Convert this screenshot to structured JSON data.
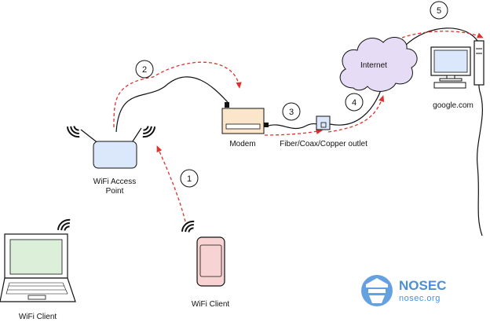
{
  "labels": {
    "access_point": [
      "WiFi Access",
      "Point"
    ],
    "modem": "Modem",
    "outlet": "Fiber/Coax/Copper outlet",
    "internet": "Internet",
    "server": "google.com",
    "client_phone": "WiFi Client",
    "client_laptop": "WiFi Client"
  },
  "steps": [
    "1",
    "2",
    "3",
    "4",
    "5"
  ],
  "logo": {
    "name": "NOSEC",
    "domain": "nosec.org"
  },
  "colors": {
    "arrow": "#e0312f",
    "cable": "#111111",
    "ap_fill": "#dbe8fb",
    "modem_fill": "#fbe6cc",
    "cloud_fill": "#e6dcf5",
    "screen_fill": "#dcefd9",
    "phone_fill": "#f8d3d3",
    "outlet_fill": "#dbe8fb",
    "logo": "#4a90d9"
  }
}
